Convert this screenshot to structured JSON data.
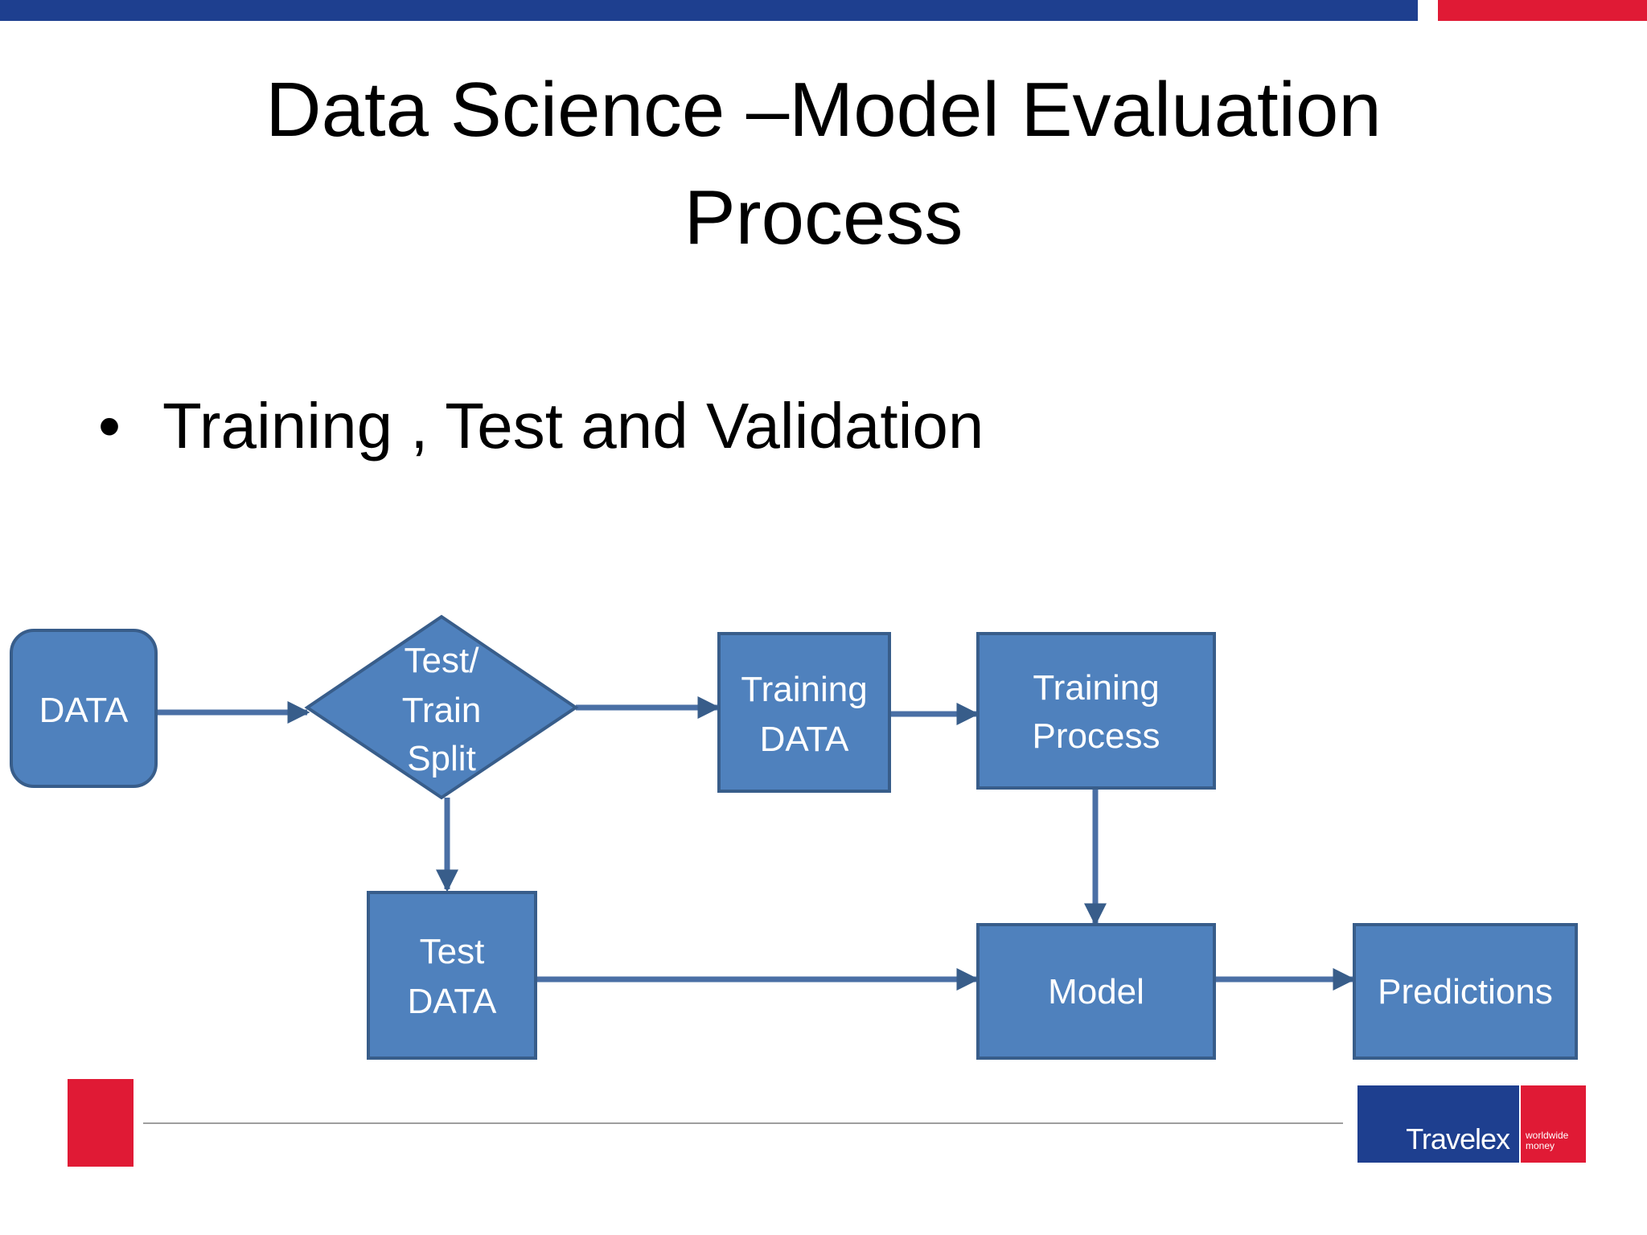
{
  "slide": {
    "title_line1": "Data Science –Model Evaluation",
    "title_line2": "Process",
    "bullet": "Training , Test and Validation"
  },
  "diagram": {
    "nodes": {
      "data": "DATA",
      "split_line1": "Test/",
      "split_line2": "Train",
      "split_line3": "Split",
      "training_data_line1": "Training",
      "training_data_line2": "DATA",
      "training_process_line1": "Training",
      "training_process_line2": "Process",
      "test_data_line1": "Test",
      "test_data_line2": "DATA",
      "model": "Model",
      "predictions": "Predictions"
    }
  },
  "logo": {
    "wordmark": "Travelex",
    "tagline_line1": "worldwide",
    "tagline_line2": "money"
  },
  "colors": {
    "brand_blue": "#1e3f8f",
    "brand_red": "#e01a35",
    "node_fill": "#4f81bd",
    "node_border": "#385d8a"
  }
}
